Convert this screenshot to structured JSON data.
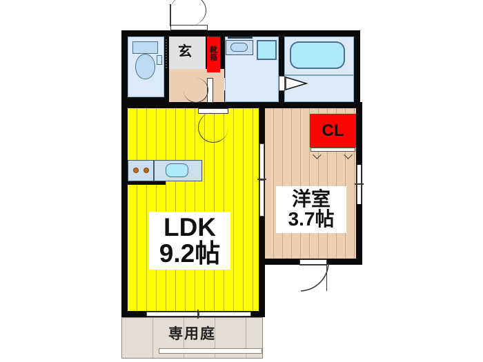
{
  "plan": {
    "type": "japanese-apartment-floor-plan",
    "layout_name": "1LDK",
    "background_color": "#ffffff"
  },
  "rooms": [
    {
      "id": "ldk",
      "name_line1": "LDK",
      "name_line2": "9.2帖",
      "size_jo": 9.2,
      "floor_color": "#ffff00",
      "floor_pattern": "vertical-stripes"
    },
    {
      "id": "bedroom",
      "name_line1": "洋室",
      "name_line2": "3.7帖",
      "size_jo": 3.7,
      "floor_color": "#eccfb3",
      "floor_pattern": "wood-plank-vertical"
    },
    {
      "id": "closet",
      "name": "CL",
      "floor_color": "#fb0505"
    },
    {
      "id": "genkan",
      "name": "玄",
      "floor_color": "#eccfb3"
    },
    {
      "id": "shoebox",
      "name": "靴箱",
      "floor_color": "#fb0505"
    },
    {
      "id": "garden",
      "name": "専用庭",
      "floor_color": "#e3ddd4"
    },
    {
      "id": "toilet",
      "name": "",
      "floor_color": "#dceaf7"
    },
    {
      "id": "washroom",
      "name": "",
      "floor_color": "#dceaf7"
    },
    {
      "id": "bathroom",
      "name": "",
      "floor_color": "#dceaf7"
    }
  ],
  "labels": {
    "ldk_name": "LDK",
    "ldk_size": "9.2帖",
    "bedroom_name": "洋室",
    "bedroom_size": "3.7帖",
    "closet": "CL",
    "genkan": "玄",
    "shoebox_char1": "靴",
    "shoebox_char2": "箱",
    "garden": "専用庭"
  },
  "colors": {
    "wall": "#0a0a0a",
    "ldk_floor": "#ffff00",
    "wood_floor": "#eccfb3",
    "closet_red": "#fb0505",
    "water_area": "#dceaf7",
    "tub_blue": "#aeeaf7",
    "garden": "#e3ddd4",
    "counter": "#ccdfee",
    "text": "#111111"
  },
  "fixtures": [
    {
      "name": "toilet",
      "room": "toilet"
    },
    {
      "name": "washbasin",
      "room": "washroom"
    },
    {
      "name": "washing-machine-pan",
      "room": "washroom"
    },
    {
      "name": "bathtub",
      "room": "bathroom"
    },
    {
      "name": "kitchen-sink",
      "room": "ldk"
    },
    {
      "name": "gas-stove-2-burner",
      "room": "ldk"
    }
  ],
  "openings": [
    {
      "name": "entrance-door",
      "type": "hinged-door"
    },
    {
      "name": "genkan-to-ldk-door",
      "type": "hinged-door"
    },
    {
      "name": "washroom-door",
      "type": "sliding-door"
    },
    {
      "name": "bathroom-door",
      "type": "folding-door"
    },
    {
      "name": "toilet-door",
      "type": "hinged-door"
    },
    {
      "name": "ldk-to-bedroom-sliding",
      "type": "sliding-door"
    },
    {
      "name": "bedroom-entry-door",
      "type": "hinged-door"
    },
    {
      "name": "bedroom-window-east",
      "type": "window"
    },
    {
      "name": "ldk-garden-sliding-window",
      "type": "sliding-glass-door"
    },
    {
      "name": "closet-folding-doors",
      "type": "folding-door"
    }
  ]
}
